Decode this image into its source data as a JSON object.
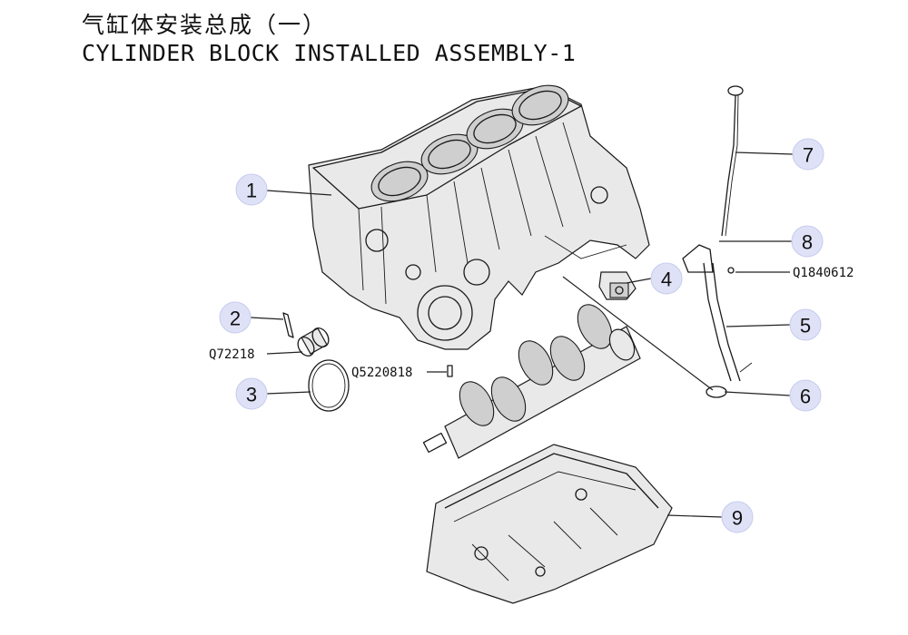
{
  "title": {
    "chinese": "气缸体安装总成（一）",
    "english": "CYLINDER BLOCK INSTALLED ASSEMBLY-1"
  },
  "callouts": [
    {
      "number": "1"
    },
    {
      "number": "2"
    },
    {
      "number": "3"
    },
    {
      "number": "4"
    },
    {
      "number": "5"
    },
    {
      "number": "6"
    },
    {
      "number": "7"
    },
    {
      "number": "8"
    },
    {
      "number": "9"
    }
  ],
  "part_codes": {
    "q72218": "Q72218",
    "q5220818": "Q5220818",
    "q1840612": "Q1840612"
  },
  "colors": {
    "callout_fill": "#dfe2f7",
    "line": "#1a1a1a"
  }
}
